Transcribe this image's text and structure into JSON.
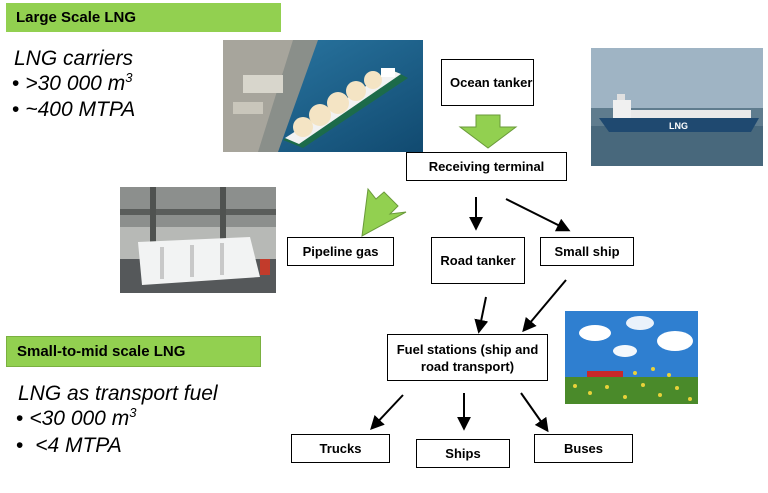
{
  "header": {
    "large_scale": "Large Scale LNG",
    "small_mid_scale": "Small-to-mid scale LNG"
  },
  "large": {
    "title": "LNG carriers",
    "item1_prefix": ">30 000 m",
    "item1_sup": "3",
    "item2": "~400 MTPA"
  },
  "small": {
    "title": "LNG as transport fuel",
    "item1_prefix": "<30 000 m",
    "item1_sup": "3",
    "item2": " <4 MTPA"
  },
  "nodes": {
    "ocean_tanker": "Ocean tanker",
    "receiving_terminal": "Receiving terminal",
    "pipeline_gas": "Pipeline gas",
    "road_tanker": "Road tanker",
    "small_ship": "Small ship",
    "fuel_stations": "Fuel stations (ship and road transport)",
    "trucks": "Trucks",
    "ships": "Ships",
    "buses": "Buses"
  },
  "ship_hull_text": "LNG",
  "colors": {
    "banner_green": "#92d050",
    "block_arrow_green": "#92d050",
    "sea_blue": "#1f5f86",
    "sky_blue": "#2f7fd0"
  }
}
